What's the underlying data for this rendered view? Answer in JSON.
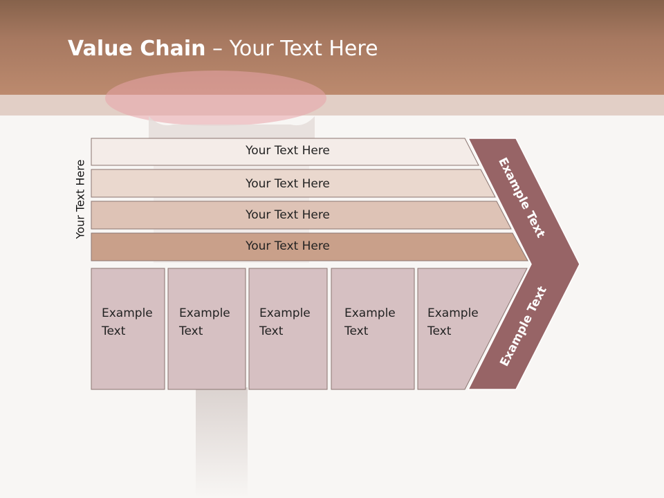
{
  "title": {
    "bold": "Value Chain",
    "rest": " – Your Text Here"
  },
  "side_label": "Your Text Here",
  "bars": [
    {
      "label": "Your Text Here"
    },
    {
      "label": "Your Text Here"
    },
    {
      "label": "Your Text Here"
    },
    {
      "label": "Your Text Here"
    }
  ],
  "columns": [
    {
      "line1": "Example",
      "line2": "Text"
    },
    {
      "line1": "Example",
      "line2": "Text"
    },
    {
      "line1": "Example",
      "line2": "Text"
    },
    {
      "line1": "Example",
      "line2": "Text"
    },
    {
      "line1": "Example",
      "line2": "Text"
    }
  ],
  "chevron": {
    "upper": "Example Text",
    "lower": "Example Text"
  },
  "colors": {
    "header": "#a67860",
    "bar1": "#f4ece8",
    "bar2": "#ead8ce",
    "bar3": "#dec3b6",
    "bar4": "#c9a08a",
    "columns": "#d6c0c2",
    "chevron": "#976466"
  }
}
